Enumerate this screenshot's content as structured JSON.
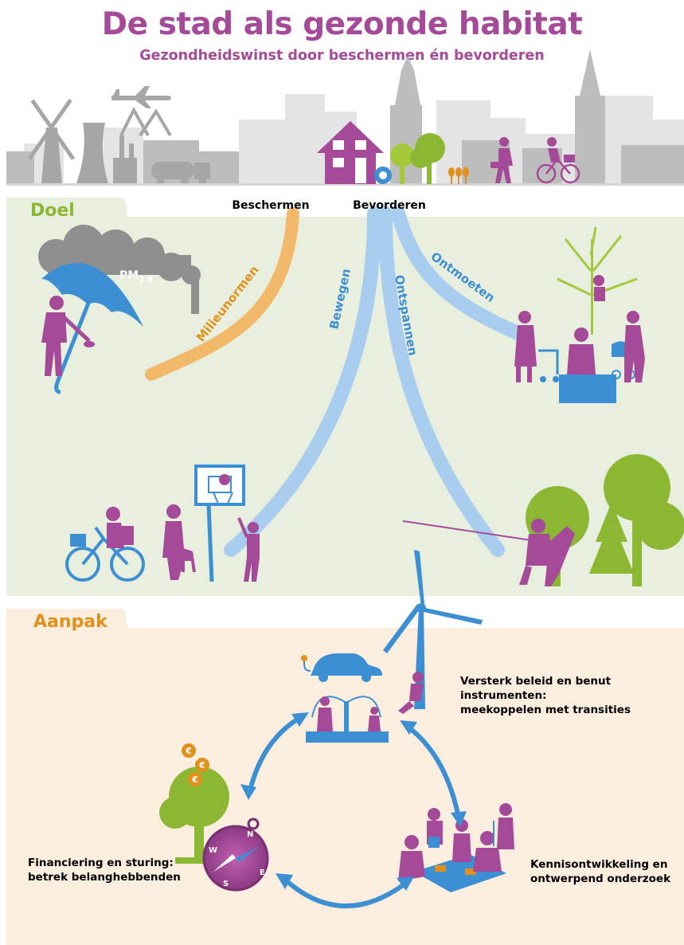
{
  "title": "De stad als gezonde habitat",
  "subtitle": "Gezondheidswinst door beschermen én bevorderen",
  "doel": {
    "label": "Doel",
    "beschermen": "Beschermen",
    "bevorderen": "Bevorderen",
    "pm_main": "PM",
    "pm_sub": "2.5",
    "streams": {
      "milieunormen": "Milieunormen",
      "bewegen": "Bewegen",
      "ontspannen": "Ontspannen",
      "ontmoeten": "Ontmoeten"
    }
  },
  "aanpak": {
    "label": "Aanpak",
    "steps": {
      "beleid": [
        "Versterk beleid en benut",
        "instrumenten:",
        "meekoppelen met transities"
      ],
      "kennis": [
        "Kennisontwikkeling en",
        "ontwerpend onderzoek"
      ],
      "financiering": [
        "Financiering en sturing:",
        "betrek belanghebbenden"
      ]
    },
    "euro_symbol": "€",
    "compass": {
      "n": "N",
      "e": "E",
      "s": "S",
      "w": "W"
    }
  },
  "colors": {
    "purple": "#a44a98",
    "green": "#8bb733",
    "light_green": "#a3c93a",
    "blue": "#3b8fd2",
    "light_blue": "#a8cdef",
    "orange": "#e2901c",
    "peach": "#f2b96a",
    "gray": "#a6a6a6",
    "doel_bg": "#e8efde",
    "aanpak_bg": "#fbeedf"
  }
}
